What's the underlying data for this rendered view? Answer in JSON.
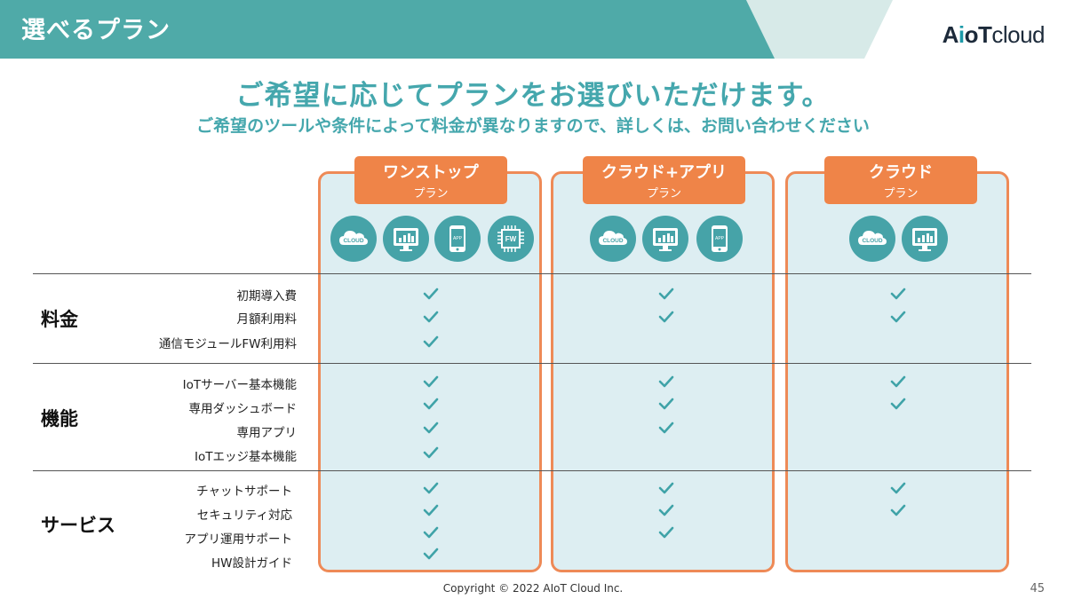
{
  "header": {
    "title": "選べるプラン",
    "logo_part1": "A",
    "logo_part2": "i",
    "logo_part3": "oT",
    "logo_part4": "cloud",
    "bar_color": "#4faaa8",
    "accent_color": "#d7eae8"
  },
  "headline": {
    "title": "ご希望に応じてプランをお選びいただけます。",
    "subtitle": "ご希望のツールや条件によって料金が異なりますので、詳しくは、お問い合わせください"
  },
  "plans": [
    {
      "name": "ワンストップ",
      "suffix": "プラン",
      "icons": [
        "cloud-icon",
        "monitor-icon",
        "app-phone-icon",
        "fw-chip-icon"
      ]
    },
    {
      "name": "クラウド+アプリ",
      "suffix": "プラン",
      "icons": [
        "cloud-icon",
        "monitor-icon",
        "app-phone-icon"
      ]
    },
    {
      "name": "クラウド",
      "suffix": "プラン",
      "icons": [
        "cloud-icon",
        "monitor-icon"
      ]
    }
  ],
  "icon_texts": {
    "cloud": "CLOUD",
    "app": "APP",
    "fw": "FW"
  },
  "categories": [
    {
      "label": "料金",
      "items": [
        "初期導入費",
        "月額利用料",
        "通信モジュールFW利用料"
      ]
    },
    {
      "label": "機能",
      "items": [
        "IoTサーバー基本機能",
        "専用ダッシュボード",
        "専用アプリ",
        "IoTエッジ基本機能"
      ]
    },
    {
      "label": "サービス",
      "items": [
        "チャットサポート",
        "セキュリティ対応",
        "アプリ運用サポート",
        "HW設計ガイド"
      ]
    }
  ],
  "checks": [
    [
      true,
      true,
      true
    ],
    [
      true,
      true,
      true
    ],
    [
      true,
      false,
      false
    ],
    [
      true,
      true,
      true
    ],
    [
      true,
      true,
      true
    ],
    [
      true,
      true,
      false
    ],
    [
      true,
      false,
      false
    ],
    [
      true,
      true,
      true
    ],
    [
      true,
      true,
      true
    ],
    [
      true,
      true,
      false
    ],
    [
      true,
      false,
      false
    ]
  ],
  "colors": {
    "teal": "#45a7ad",
    "orange": "#ef8448",
    "box_bg": "#ddeef2",
    "check": "#3fa3a8"
  },
  "footer": {
    "copyright": "Copyright © 2022 AIoT Cloud Inc.",
    "page_number": "45"
  }
}
